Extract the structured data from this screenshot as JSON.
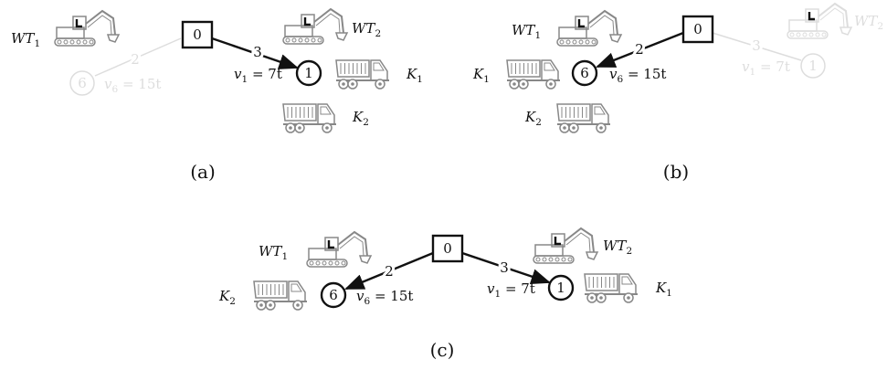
{
  "panels": [
    {
      "caption": "(a)",
      "depot": "0",
      "edges": [
        {
          "weight": "2",
          "active": false,
          "arrow": false
        },
        {
          "weight": "3",
          "active": true,
          "arrow": true
        }
      ],
      "nodes": [
        {
          "id": "6",
          "active": false,
          "rate": {
            "lhs": "v",
            "sub": "6",
            "rhs": " = 15t"
          }
        },
        {
          "id": "1",
          "active": true,
          "rate": {
            "lhs": "v",
            "sub": "1",
            "rhs": " = 7t"
          }
        }
      ],
      "labels": [
        {
          "base": "WT",
          "sub": "1",
          "for": "excavator"
        },
        {
          "base": "WT",
          "sub": "2",
          "for": "excavator"
        },
        {
          "base": "K",
          "sub": "1",
          "for": "truck"
        },
        {
          "base": "K",
          "sub": "2",
          "for": "truck"
        }
      ]
    },
    {
      "caption": "(b)",
      "depot": "0",
      "edges": [
        {
          "weight": "2",
          "active": true,
          "arrow": true
        },
        {
          "weight": "3",
          "active": false,
          "arrow": false
        }
      ],
      "nodes": [
        {
          "id": "6",
          "active": true,
          "rate": {
            "lhs": "v",
            "sub": "6",
            "rhs": " = 15t"
          }
        },
        {
          "id": "1",
          "active": false,
          "rate": {
            "lhs": "v",
            "sub": "1",
            "rhs": " = 7t"
          }
        }
      ],
      "labels": [
        {
          "base": "WT",
          "sub": "1",
          "for": "excavator"
        },
        {
          "base": "WT",
          "sub": "2",
          "for": "excavator"
        },
        {
          "base": "K",
          "sub": "1",
          "for": "truck"
        },
        {
          "base": "K",
          "sub": "2",
          "for": "truck"
        }
      ]
    },
    {
      "caption": "(c)",
      "depot": "0",
      "edges": [
        {
          "weight": "2",
          "active": true,
          "arrow": true
        },
        {
          "weight": "3",
          "active": true,
          "arrow": true
        }
      ],
      "nodes": [
        {
          "id": "6",
          "active": true,
          "rate": {
            "lhs": "v",
            "sub": "6",
            "rhs": " = 15t"
          }
        },
        {
          "id": "1",
          "active": true,
          "rate": {
            "lhs": "v",
            "sub": "1",
            "rhs": " = 7t"
          }
        }
      ],
      "labels": [
        {
          "base": "WT",
          "sub": "1",
          "for": "excavator"
        },
        {
          "base": "WT",
          "sub": "2",
          "for": "excavator"
        },
        {
          "base": "K",
          "sub": "2",
          "for": "truck"
        },
        {
          "base": "K",
          "sub": "1",
          "for": "truck"
        }
      ]
    }
  ],
  "colors": {
    "active": "#111111",
    "faded": "#dddddd",
    "icon": "#888888",
    "icon_faded": "#dddddd"
  },
  "icons": {
    "excavator": "excavator-icon",
    "truck": "dump-truck-icon"
  }
}
